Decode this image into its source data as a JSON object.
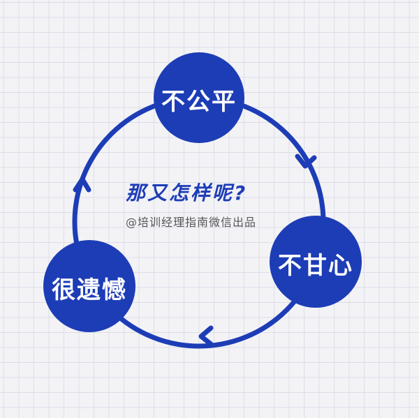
{
  "colors": {
    "primary": "#1d3db6",
    "grid": "#dcdce8",
    "background": "#f3f3f6"
  },
  "nodes": [
    {
      "label": "不公平"
    },
    {
      "label": "不甘心"
    },
    {
      "label": "很遗憾"
    }
  ],
  "center": {
    "question": "那又怎样呢?",
    "credit": "@培训经理指南微信出品"
  }
}
